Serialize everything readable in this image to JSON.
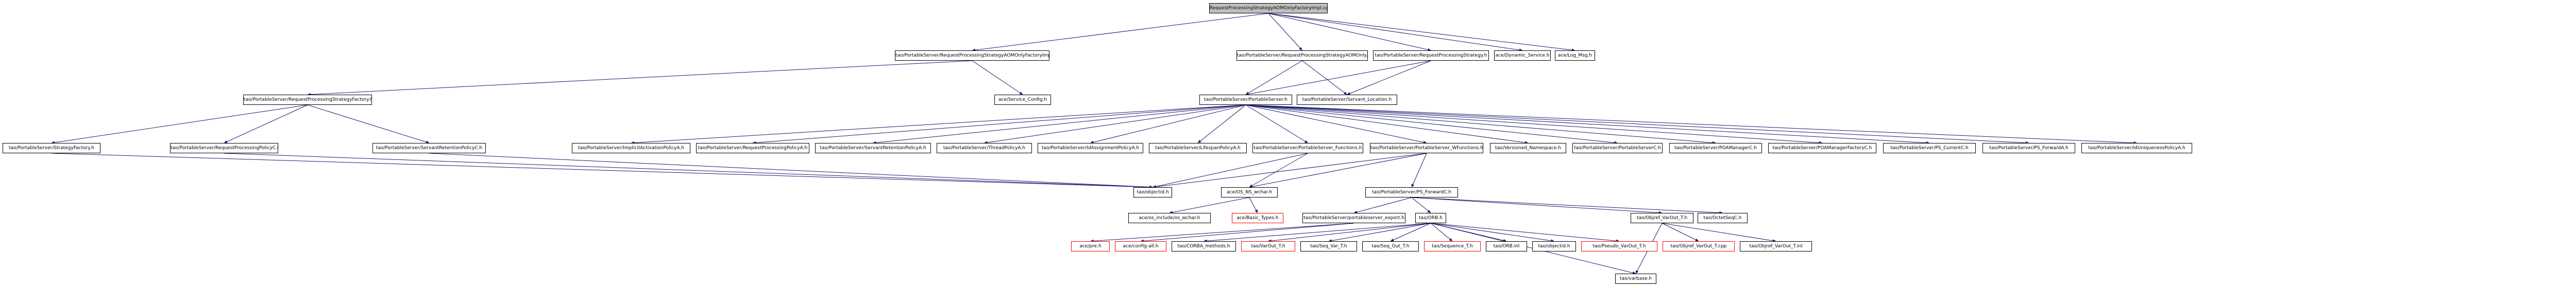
{
  "colors": {
    "root_fill": "#bfbfbf",
    "edge": "#191970",
    "missing_border": "#ff0000"
  },
  "graph": {
    "root": "RequestProcessingStrategyAOMOnlyFactoryImpl.cpp",
    "nodes": {
      "n_factimpl_h": "tao/PortableServer/RequestProcessingStrategyAOMOnlyFactoryImpl.h",
      "n_strat_aom_h": "tao/PortableServer/RequestProcessingStrategyAOMOnly.h",
      "n_strat_h": "tao/PortableServer/RequestProcessingStrategy.h",
      "n_dyn_service": "ace/Dynamic_Service.h",
      "n_log_msg": "ace/Log_Msg.h",
      "n_factory_h": "tao/PortableServer/RequestProcessingStrategyFactory.h",
      "n_service_config": "ace/Service_Config.h",
      "n_portableserver_h": "tao/PortableServer/PortableServer.h",
      "n_servant_location": "tao/PortableServer/Servant_Location.h",
      "n_strategy_factory": "tao/PortableServer/StrategyFactory.h",
      "n_rpp_c": "tao/PortableServer/RequestProcessingPolicyC.h",
      "n_srp_c": "tao/PortableServer/ServantRetentionPolicyC.h",
      "n_implicit_a": "tao/PortableServer/ImplicitActivationPolicyA.h",
      "n_rpp_a": "tao/PortableServer/RequestProcessingPolicyA.h",
      "n_srp_a": "tao/PortableServer/ServantRetentionPolicyA.h",
      "n_thread_a": "tao/PortableServer/ThreadPolicyA.h",
      "n_idassign_a": "tao/PortableServer/IdAssignmentPolicyA.h",
      "n_lifespan_a": "tao/PortableServer/LifespanPolicyA.h",
      "n_ps_functions": "tao/PortableServer/PortableServer_Functions.h",
      "n_ps_wfunctions": "tao/PortableServer/PortableServer_WFunctions.h",
      "n_versioned_ns": "tao/Versioned_Namespace.h",
      "n_ps_c": "tao/PortableServer/PortableServerC.h",
      "n_poamanager_c": "tao/PortableServer/POAManagerC.h",
      "n_poamanagerfactory_c": "tao/PortableServer/POAManagerFactoryC.h",
      "n_ps_currentc": "tao/PortableServer/PS_CurrentC.h",
      "n_ps_forwarda": "tao/PortableServer/PS_ForwardA.h",
      "n_iduniq_a": "tao/PortableServer/IdUniquenessPolicyA.h",
      "n_objectid": "tao/objectid.h",
      "n_os_ns_wchar": "ace/OS_NS_wchar.h",
      "n_ps_forwardc": "tao/PortableServer/PS_ForwardC.h",
      "n_os_include_wchar": "ace/os_include/os_wchar.h",
      "n_basic_types": "ace/Basic_Types.h",
      "n_ps_export": "tao/PortableServer/portableserver_export.h",
      "n_orb_h": "tao/ORB.h",
      "n_objref_var_out": "tao/Objref_VarOut_T.h",
      "n_octetseq_c": "tao/OctetSeqC.h",
      "n_pre_h": "ace/pre.h",
      "n_config_all": "ace/config-all.h",
      "n_corba_methods": "tao/CORBA_methods.h",
      "n_varout_t": "tao/VarOut_T.h",
      "n_seq_var": "tao/Seq_Var_T.h",
      "n_seq_out": "tao/Seq_Out_T.h",
      "n_sequence_t": "tao/Sequence_T.h",
      "n_orb_inl": "tao/ORB.inl",
      "n_objectid_h": "tao/objectid.h",
      "n_pseudo_var_out": "tao/Pseudo_VarOut_T.h",
      "n_varbase": "tao/varbase.h",
      "n_objref_var_out_cpp": "tao/Objref_VarOut_T.cpp",
      "n_objref_var_out_inl": "tao/Objref_VarOut_T.inl"
    }
  }
}
